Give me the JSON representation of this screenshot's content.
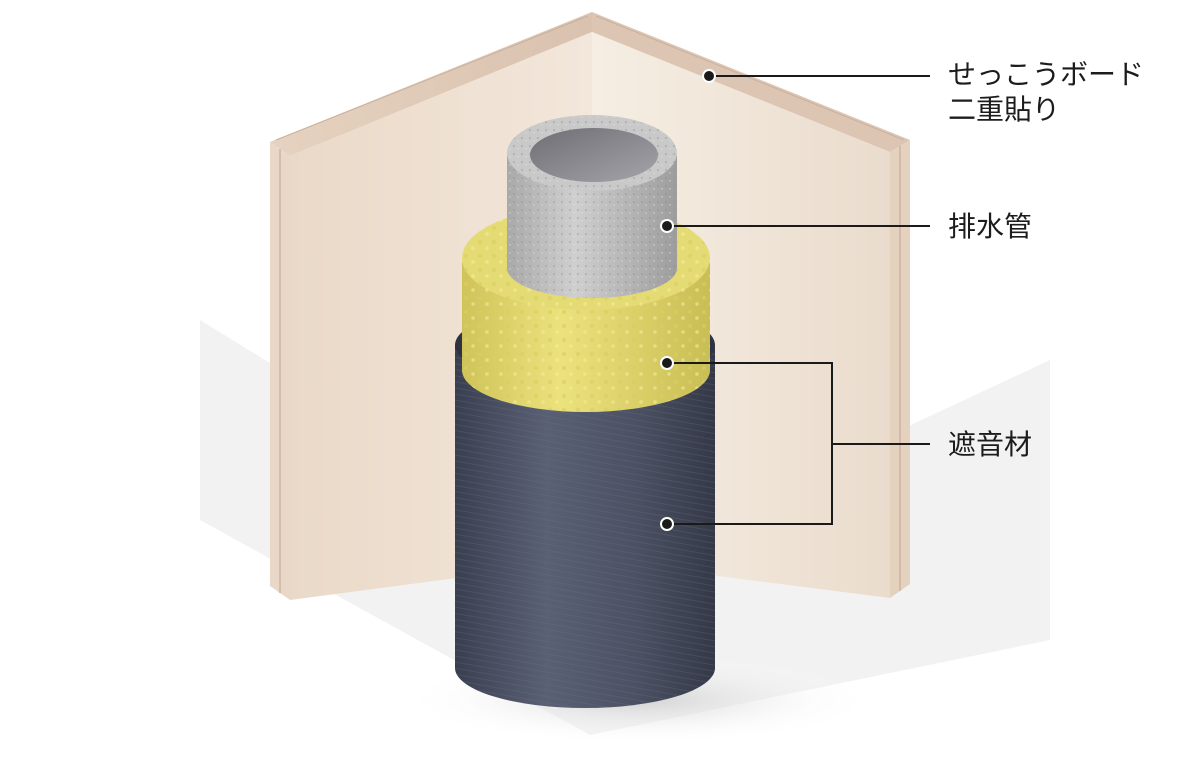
{
  "labels": {
    "board_line1": "せっこうボード",
    "board_line2": "二重貼り",
    "pipe": "排水管",
    "insulation": "遮音材"
  },
  "colors": {
    "wall_face_light": "#f1e6da",
    "wall_face_right": "#eadccc",
    "wall_edge": "#ddc8b6",
    "pipe_gray": "#bdbdbd",
    "pipe_inner": "#8e8e93",
    "foam_yellow": "#e6dc74",
    "wrap_navy": "#4a5062",
    "leader": "#1a1a1a"
  }
}
